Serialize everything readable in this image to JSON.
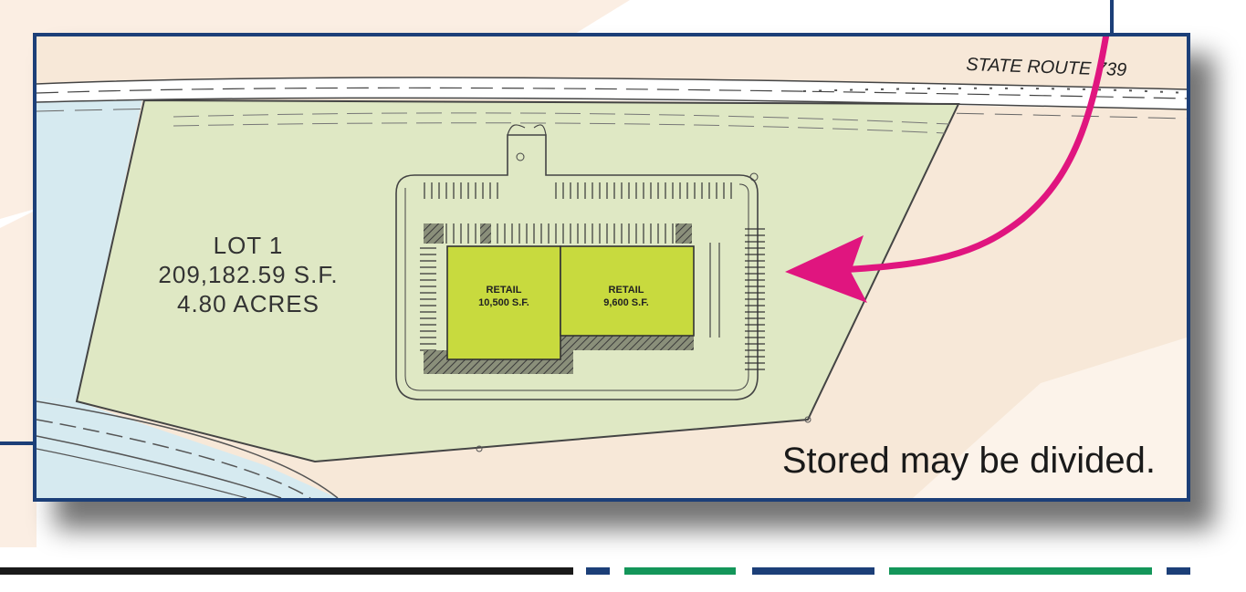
{
  "site_plan": {
    "road_label": "STATE ROUTE 739",
    "lot": {
      "name": "LOT 1",
      "area": "209,182.59 S.F.",
      "acres": "4.80 ACRES"
    },
    "buildings": [
      {
        "use": "RETAIL",
        "size": "10,500 S.F."
      },
      {
        "use": "RETAIL",
        "size": "9,600 S.F."
      }
    ],
    "caption": "Stored may be divided."
  },
  "colors": {
    "frame_border": "#1c3f78",
    "lot_fill": "#dfe8c4",
    "building_fill": "#c8da3e",
    "arrow": "#e0157f",
    "water": "#d6eaf0",
    "background": "#f7e8d8",
    "bar_dark": "#1a1a1a",
    "bar_navy": "#1c3f78",
    "bar_green": "#14965a"
  }
}
